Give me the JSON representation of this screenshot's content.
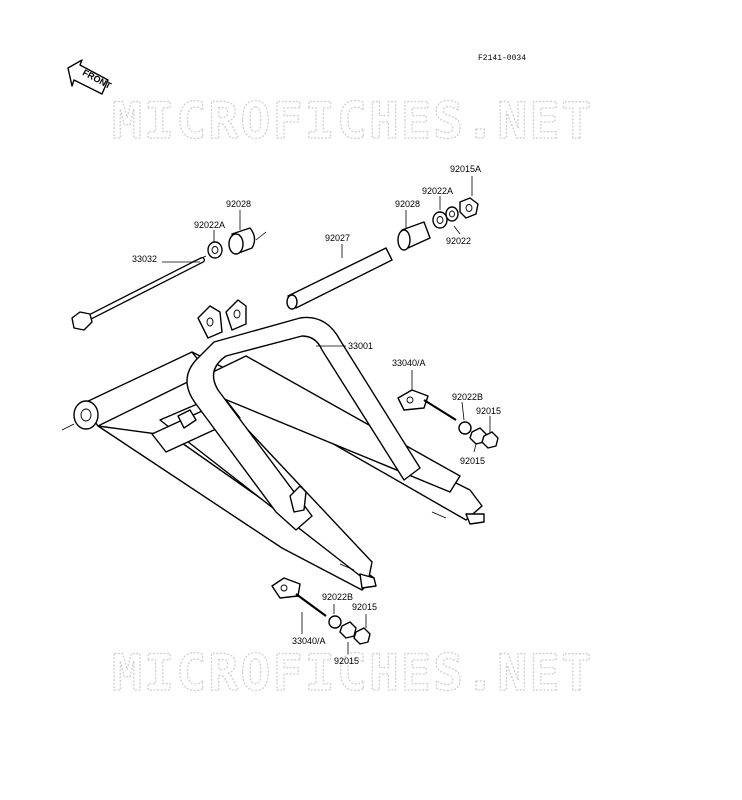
{
  "drawing_code": "F2141-0034",
  "front_label": "FRONT",
  "watermark": "MICROFICHES.NET",
  "part_labels": {
    "p92015A": "92015A",
    "p92022A_right": "92022A",
    "p92028_right": "92028",
    "p92022_right": "92022",
    "p92028_left": "92028",
    "p92022A_left": "92022A",
    "p92027": "92027",
    "p33032": "33032",
    "p33001": "33001",
    "p33040A_right": "33040/A",
    "p92022B_right": "92022B",
    "p92015_right_upper": "92015",
    "p92015_right_lower": "92015",
    "p92022B_left": "92022B",
    "p92015_left_upper": "92015",
    "p33040A_left": "33040/A",
    "p92015_left_lower": "92015"
  }
}
